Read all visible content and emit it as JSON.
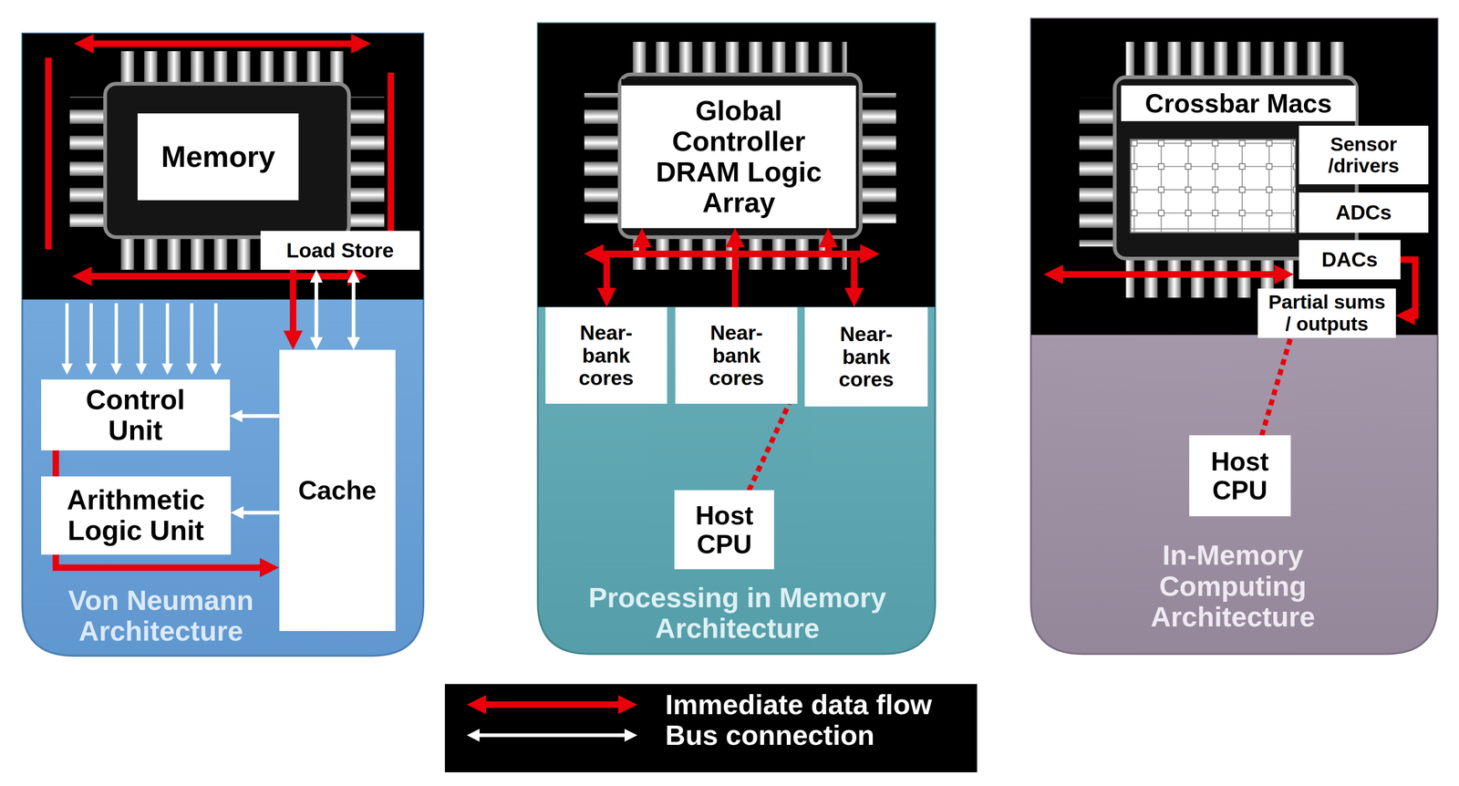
{
  "diagram": {
    "nodes": [
      {
        "text": [
          "Von Neumann Architecture"
        ]
      },
      {
        "text": [
          "Memory"
        ],
        "in": 0
      },
      {
        "text": [
          "Load Store"
        ],
        "in": 0
      },
      {
        "text": [
          "Control Unit"
        ],
        "in": 0
      },
      {
        "text": [
          "Arithmetic Logic Unit"
        ],
        "in": 0
      },
      {
        "text": [
          "Cache"
        ],
        "in": 0
      },
      {
        "text": [
          "Processing in Memory Architecture"
        ]
      },
      {
        "text": [
          "Global Controller DRAM Logic Array"
        ],
        "in": 6
      },
      {
        "text": [
          "Near- bank cores"
        ],
        "in": 6
      },
      {
        "text": [
          "Near- bank cores"
        ],
        "in": 6
      },
      {
        "text": [
          "Near- bank cores"
        ],
        "in": 6
      },
      {
        "text": [
          "Host CPU"
        ],
        "in": 6
      },
      {
        "text": [
          "In-Memory Computing Architecture"
        ]
      },
      {
        "text": [
          "Crossbar Macs"
        ],
        "in": 12
      },
      {
        "text": [
          "Sensor /drivers"
        ],
        "in": 12
      },
      {
        "text": [
          "ADCs"
        ],
        "in": 12
      },
      {
        "text": [
          "DACs"
        ],
        "in": 12
      },
      {
        "text": [
          "Partial sums / outputs"
        ],
        "in": 12
      },
      {
        "text": [
          "Host CPU"
        ],
        "in": 12
      }
    ],
    "edges": [
      {
        "from": 2,
        "to": 5,
        "arrow": "to"
      },
      {
        "from": 2,
        "to": 5,
        "arrow": "both"
      },
      {
        "from": 2,
        "to": 5,
        "arrow": "both"
      },
      {
        "from": 5,
        "to": 3,
        "arrow": "to"
      },
      {
        "from": 5,
        "to": 4,
        "arrow": "to"
      },
      {
        "from": 3,
        "to": 5,
        "arrow": "to"
      },
      {
        "from": 7,
        "to": 8,
        "arrow": "both"
      },
      {
        "from": 9,
        "to": 7,
        "arrow": "to"
      },
      {
        "from": 7,
        "to": 10,
        "arrow": "both"
      },
      {
        "from": 11,
        "to": 9,
        "arrow": "none"
      },
      {
        "from": 16,
        "to": 17,
        "arrow": "to"
      },
      {
        "from": 18,
        "to": 17,
        "arrow": "none"
      }
    ],
    "legend": [
      {
        "text": "Immediate data flow"
      },
      {
        "text": "Bus connection"
      }
    ]
  }
}
